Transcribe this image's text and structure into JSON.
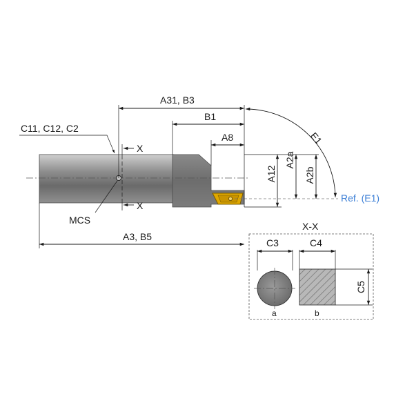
{
  "labels": {
    "a31_b3": "A31, B3",
    "b1": "B1",
    "a8": "A8",
    "c11_c12_c2": "C11, C12, C2",
    "x": "X",
    "mcs": "MCS",
    "a3_b5": "A3, B5",
    "a12": "A12",
    "a2a": "A2a",
    "a2b": "A2b",
    "e1": "E1",
    "ref_e1": "Ref. (E1)",
    "section_title": "X-X",
    "c3": "C3",
    "c4": "C4",
    "c5": "C5",
    "a": "a",
    "b": "b"
  },
  "colors": {
    "shank_light": "#d4d4d4",
    "shank_mid": "#8c8c8c",
    "shank_dark": "#5f5f5f",
    "insert": "#e0a800",
    "insert_dark": "#a67c00",
    "ref_text": "#3c7fd6",
    "line": "#1a1a1a"
  }
}
